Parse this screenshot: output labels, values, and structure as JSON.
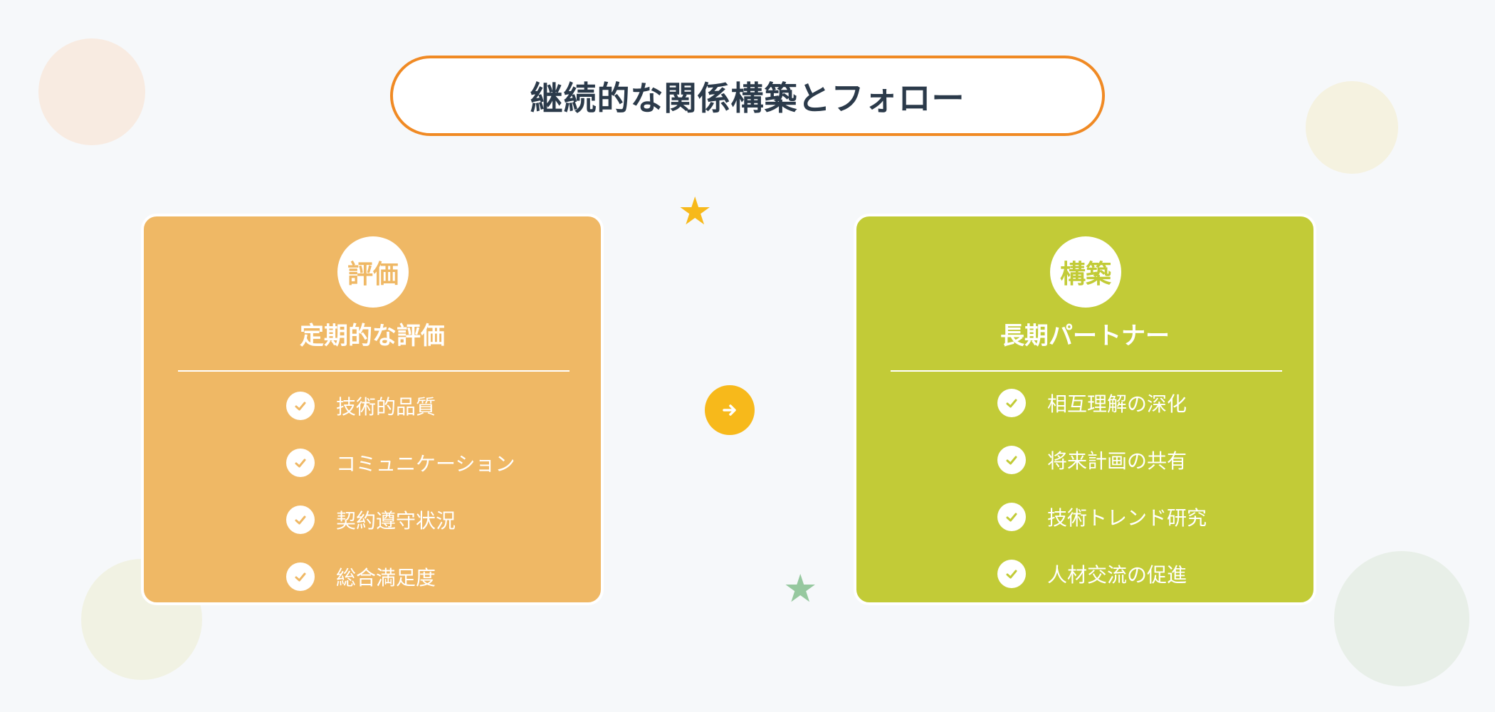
{
  "title": "継続的な関係構築とフォロー",
  "icons": {
    "star": "★",
    "arrow": "arrow-right-icon",
    "check": "check-icon"
  },
  "colors": {
    "accent_orange": "#f08a24",
    "card_left": "#efb865",
    "card_right": "#c2cb37",
    "arrow": "#f7b91b",
    "star_yellow": "#f7b91b",
    "star_green": "#96c89f",
    "title_text": "#2b3a4a"
  },
  "cards": [
    {
      "badge": "評価",
      "heading": "定期的な評価",
      "items": [
        "技術的品質",
        "コミュニケーション",
        "契約遵守状況",
        "総合満足度"
      ]
    },
    {
      "badge": "構築",
      "heading": "長期パートナー",
      "items": [
        "相互理解の深化",
        "将来計画の共有",
        "技術トレンド研究",
        "人材交流の促進"
      ]
    }
  ]
}
